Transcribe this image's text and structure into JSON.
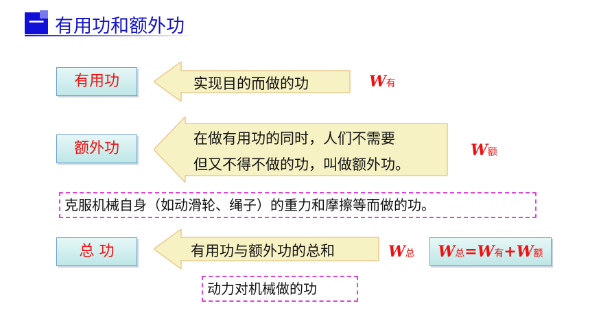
{
  "header": {
    "badge": "一",
    "title": "有用功和额外功"
  },
  "rows": {
    "useful": {
      "term": "有用功",
      "desc": "实现目的而做的功",
      "symbol": "W",
      "symbol_sub": "有"
    },
    "extra": {
      "term": "额外功",
      "desc_line1": "在做有用功的同时，人们不需要",
      "desc_line2": "但又不得不做的功，叫做额外功。",
      "symbol": "W",
      "symbol_sub": "额",
      "note": "克服机械自身（如动滑轮、绳子）的重力和摩擦等而做的功。"
    },
    "total": {
      "term": "总  功",
      "desc": "有用功与额外功的总和",
      "symbol": "W",
      "symbol_sub": "总",
      "note": "动力对机械做的功",
      "formula": {
        "w1": "W",
        "s1": "总",
        "eq": "=",
        "w2": "W",
        "s2": "有",
        "plus": "+",
        "w3": "W",
        "s3": "额"
      }
    }
  },
  "colors": {
    "term_text": "#ee1111",
    "title_blue": "#1414c8",
    "badge_blue": "#1010d8",
    "arrow_fill": "#f6f2c4",
    "dashed_border": "#e040e0"
  }
}
